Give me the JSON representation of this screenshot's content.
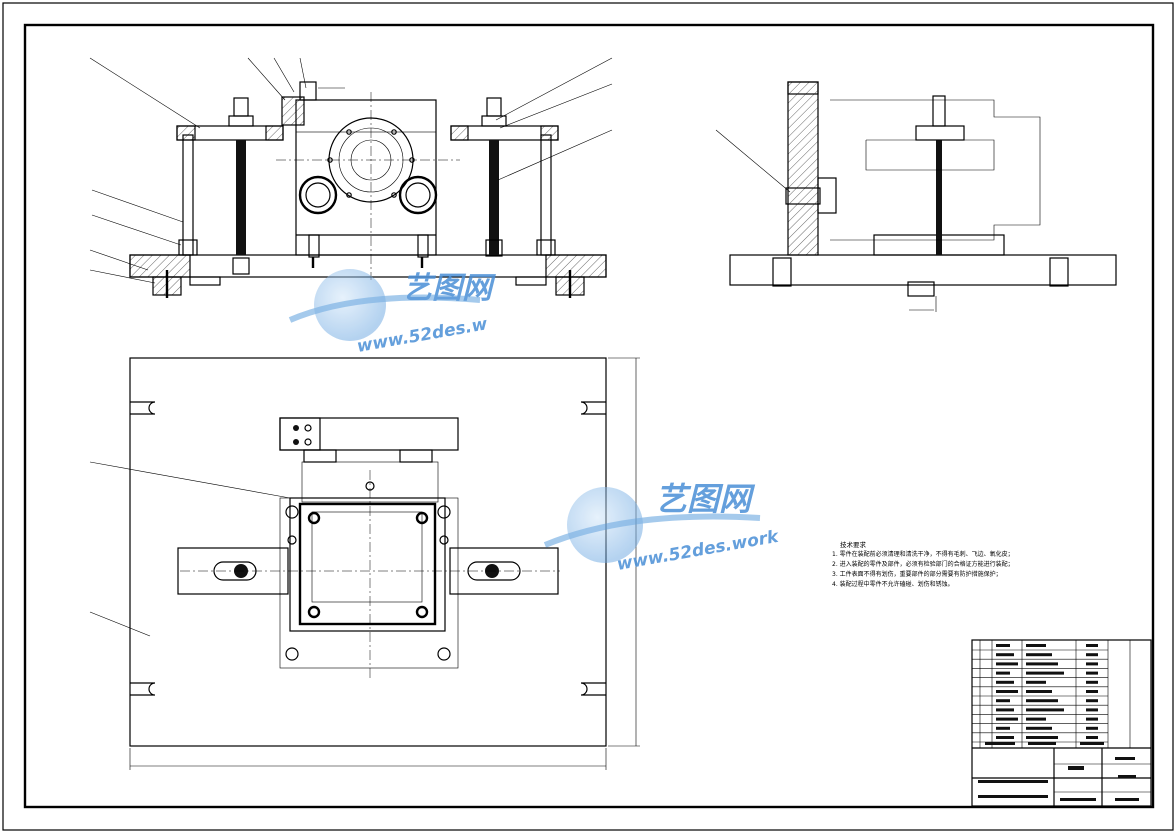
{
  "watermark": {
    "brand_cn": "艺图网",
    "url_top": "www.52des.w",
    "url_center": "www.52des.work",
    "color": "#4a8fd6"
  },
  "notes": {
    "title": "技术要求",
    "items": [
      "1. 零件在装配前必须清理和清洗干净，不得有毛刺、飞边、氧化皮；",
      "2. 进入装配的零件及部件，必须有检验部门的合格证方能进行装配；",
      "3. 工件表面不得有划伤，重要部件的部分需要有防护措施保护；",
      "4. 装配过程中零件不允许磕碰、划伤和锈蚀。"
    ]
  }
}
